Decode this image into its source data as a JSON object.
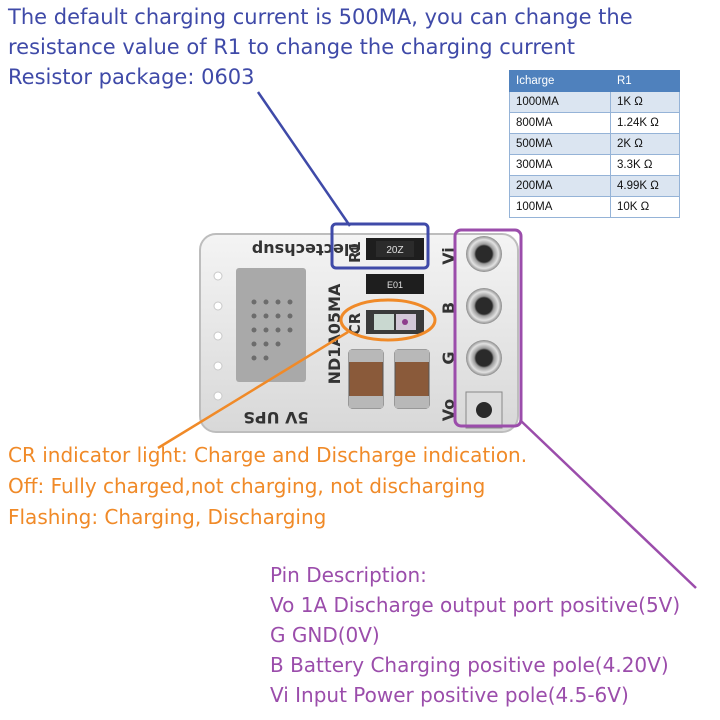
{
  "top_desc": {
    "line1": "The default charging current is 500MA, you can change the",
    "line2": "resistance value of R1 to change the charging current",
    "line3": "Resistor package: 0603"
  },
  "table": {
    "headers": [
      "Icharge",
      "R1"
    ],
    "rows": [
      [
        "1000MA",
        "1K Ω"
      ],
      [
        "800MA",
        "1.24K Ω"
      ],
      [
        "500MA",
        "2K Ω"
      ],
      [
        "300MA",
        "3.3K Ω"
      ],
      [
        "200MA",
        "4.99K Ω"
      ],
      [
        "100MA",
        "10K Ω"
      ]
    ]
  },
  "board": {
    "brand": "electechsup",
    "model": "ND1A05MA",
    "name": "5V UPS",
    "r1_label": "R1",
    "cr_label": "CR",
    "r1_code": "20Z",
    "cr_code": "E01",
    "pins": [
      "Vi",
      "B",
      "G",
      "Vo"
    ]
  },
  "cr_desc": {
    "line1": "CR indicator light: Charge and Discharge indication.",
    "line2": "Off: Fully charged,not charging, not discharging",
    "line3": "Flashing: Charging, Discharging"
  },
  "pin_desc": {
    "title": "Pin Description:",
    "line1": "Vo 1A Discharge output port positive(5V)",
    "line2": "G GND(0V)",
    "line3": "B Battery Charging positive pole(4.20V)",
    "line4": "Vi Input Power positive pole(4.5-6V)"
  },
  "colors": {
    "blue_text": "#3f4aa8",
    "orange_text": "#f08a28",
    "purple_text": "#9b4dab",
    "table_header": "#4f81bd",
    "table_alt_row": "#dbe5f1"
  }
}
